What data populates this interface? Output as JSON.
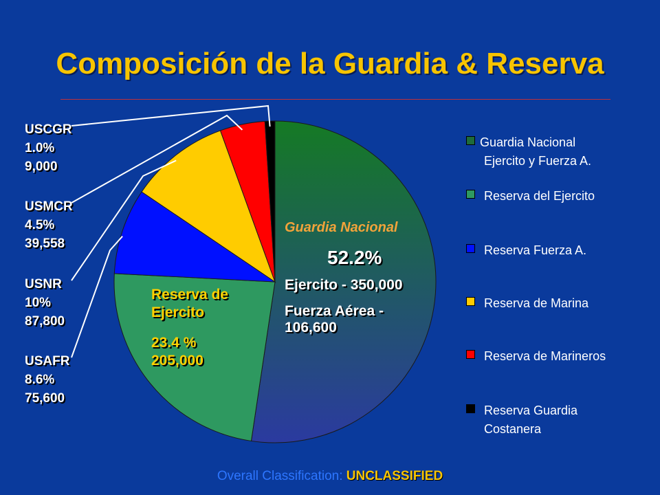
{
  "title": "Composición de la Guardia & Reserva",
  "chart_data": {
    "type": "pie",
    "slices": [
      {
        "key": "guardia",
        "value": 52.2,
        "color": "#1e6b3a",
        "legend": "Guardia Nacional Ejercito y Fuerza A."
      },
      {
        "key": "reserva_ejercito",
        "value": 23.4,
        "color": "#2e9960",
        "legend": "Reserva del Ejercito"
      },
      {
        "key": "usafr",
        "value": 8.6,
        "color": "#0010ff",
        "legend": "Reserva Fuerza A."
      },
      {
        "key": "usnr",
        "value": 10,
        "color": "#ffcc00",
        "legend": "Reserva de Marina"
      },
      {
        "key": "usmcr",
        "value": 4.5,
        "color": "#ff0000",
        "legend": "Reserva de Marineros"
      },
      {
        "key": "uscgr",
        "value": 1.0,
        "color": "#000000",
        "legend": "Reserva Guardia Costanera"
      }
    ],
    "legend_position": "right"
  },
  "legend": [
    {
      "lines": [
        "Guardia Nacional",
        "Ejercito y Fuerza A."
      ],
      "color": "#1e6b3a"
    },
    {
      "lines": [
        "Reserva del Ejercito"
      ],
      "color": "#2e9960"
    },
    {
      "lines": [
        "Reserva Fuerza A."
      ],
      "color": "#0010ff"
    },
    {
      "lines": [
        "Reserva de Marina"
      ],
      "color": "#ffcc00"
    },
    {
      "lines": [
        "Reserva de Marineros"
      ],
      "color": "#ff0000"
    },
    {
      "lines": [
        "Reserva Guardia",
        "Costanera"
      ],
      "color": "#000000"
    }
  ],
  "guardia_label": {
    "name": "Guardia Nacional",
    "percent": "52.2%",
    "line1": "Ejercito - 350,000",
    "line2a": "Fuerza Aérea -",
    "line2b": "106,600"
  },
  "reserva_label": {
    "name_a": "Reserva de",
    "name_b": "Ejercito",
    "percent": "23.4 %",
    "count": "205,000"
  },
  "side_labels": {
    "uscgr": {
      "name": "USCGR",
      "percent": "1.0%",
      "count": "9,000"
    },
    "usmcr": {
      "name": "USMCR",
      "percent": "4.5%",
      "count": "39,558"
    },
    "usnr": {
      "name": "USNR",
      "percent": "10%",
      "count": "87,800"
    },
    "usafr": {
      "name": "USAFR",
      "percent": "8.6%",
      "count": "75,600"
    }
  },
  "footer": {
    "lead": "Overall Classification: ",
    "classification": "UNCLASSIFIED"
  }
}
